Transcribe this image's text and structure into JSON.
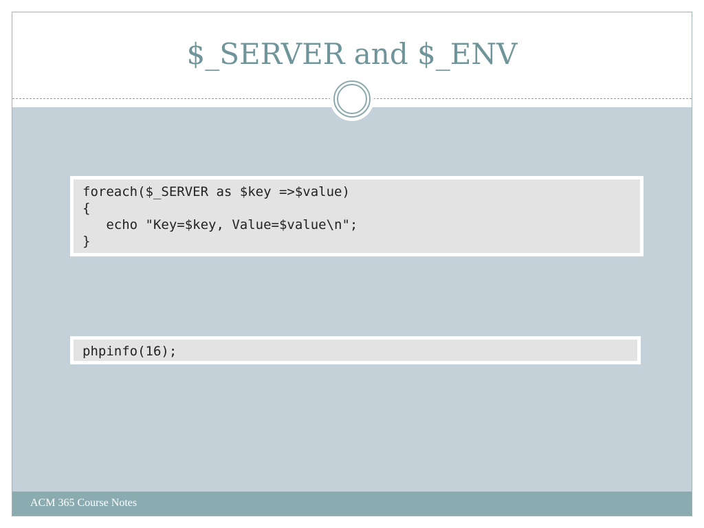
{
  "slide": {
    "title": "$_SERVER and $_ENV",
    "code_blocks": [
      {
        "lines": [
          "foreach($_SERVER as $key =>$value)",
          "{",
          "   echo \"Key=$key, Value=$value\\n\";",
          "}"
        ]
      },
      {
        "lines": [
          "phpinfo(16);"
        ]
      }
    ],
    "footer": "ACM 365 Course Notes"
  },
  "colors": {
    "title": "#6f9499",
    "content_background": "#c5d1d8",
    "code_background": "#e3e3e3",
    "footer_bar": "#8aabb0",
    "accent_ring": "#8aa9ad"
  },
  "icons": [
    "circle-ornament-icon"
  ]
}
